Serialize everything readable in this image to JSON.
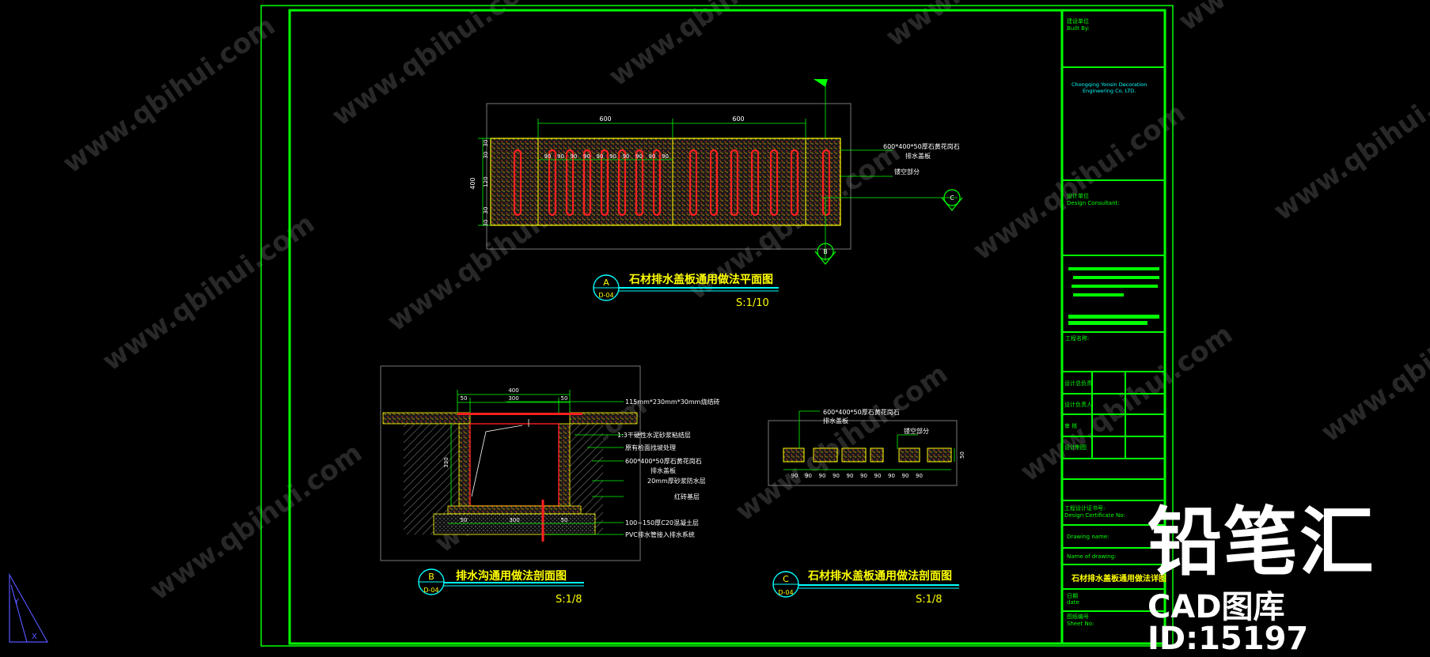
{
  "titleblock": {
    "built_by_cn": "建设单位",
    "built_by_en": "Built By:",
    "company_line1": "Chongqing Yonsin Decoration",
    "company_line2": "Engineering Co. LTD.",
    "consultant_cn": "设计单位",
    "consultant_en": "Design Consultant:",
    "project_label": "工程名称:",
    "rows": [
      "设计总负责",
      "设计负责人",
      "审 核",
      "设计制图"
    ],
    "cert_cn": "工程设计证书号:",
    "cert_en": "Design Certificate No:",
    "drawing_name_en": "Drawing name:",
    "name_of_drawing": "Name of drawing:",
    "drawing_title": "石材排水盖板通用做法详图",
    "date_cn": "日期",
    "date_en": "date",
    "sheet_cn": "图纸编号",
    "sheet_en": "Sheet No:"
  },
  "plan": {
    "dims_top": [
      "600",
      "600"
    ],
    "dims_small": [
      "90",
      "90",
      "90",
      "90",
      "90",
      "90",
      "90",
      "90",
      "90",
      "90"
    ],
    "dims_left": [
      "30",
      "30",
      "120",
      "30",
      "30"
    ],
    "dim_total": "400",
    "label1_line1": "600*400*50厚石黄花岗石",
    "label1_line2": "排水盖板",
    "label2": "镂空部分",
    "title": "石材排水盖板通用做法平面图",
    "scale": "S:1/10",
    "bubble_letter": "A",
    "bubble_ref": "D-04",
    "marker_b": "B",
    "marker_c": "C"
  },
  "section_b": {
    "dims_top": [
      "400",
      "50",
      "300",
      "50"
    ],
    "dim_side": "330",
    "dims_bottom": [
      "50",
      "300",
      "50"
    ],
    "labels": [
      "115mm*230mm*30mm烧结砖",
      "1:3干硬性水泥砂浆粘结层",
      "原有检面找坡处理",
      "600*400*50厚石黄花岗石",
      "排水盖板",
      "20mm厚砂浆防水层",
      "红砖基层",
      "100~150厚C20混凝土层",
      "PVC排水管接入排水系统"
    ],
    "title": "排水沟通用做法剖面图",
    "scale": "S:1/8",
    "bubble_letter": "B",
    "bubble_ref": "D-04"
  },
  "section_c": {
    "label1_line1": "600*400*50厚石黄花岗石",
    "label1_line2": "排水盖板",
    "label2": "镂空部分",
    "dims": [
      "90",
      "90",
      "90",
      "90",
      "90",
      "90",
      "90",
      "90",
      "90",
      "90"
    ],
    "dim_side": "50",
    "title": "石材排水盖板通用做法剖面图",
    "scale": "S:1/8",
    "bubble_letter": "C",
    "bubble_ref": "D-04"
  },
  "watermark": {
    "site": "www.qbihui.com",
    "brand": "铅笔汇",
    "cad_id": "CAD图库ID:15197"
  },
  "colors": {
    "frame": "#00ff00",
    "cyan": "#00ffff",
    "yellow": "#ffff00",
    "red": "#ff2020",
    "white": "#ffffff",
    "background": "#000000"
  }
}
